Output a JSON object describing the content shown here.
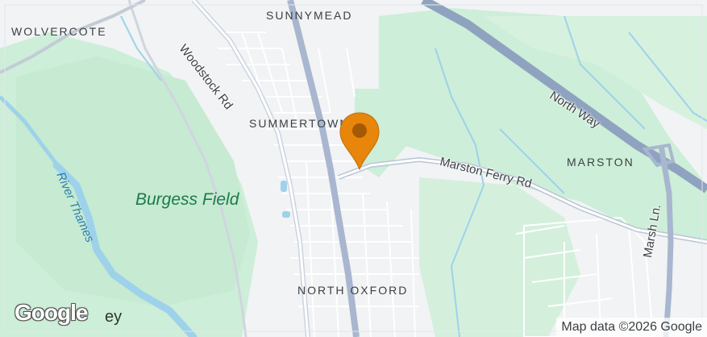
{
  "map": {
    "places": {
      "wolvercote": "WOLVERCOTE",
      "sunnymead": "SUNNYMEAD",
      "summertown": "SUMMERTOWN",
      "marston": "MARSTON",
      "north_oxford": "NORTH OXFORD"
    },
    "roads": {
      "woodstock_rd": "Woodstock Rd",
      "north_way": "North Way",
      "marston_ferry_rd": "Marston Ferry Rd",
      "marsh_ln": "Marsh Ln."
    },
    "parks": {
      "burgess_field": "Burgess Field"
    },
    "waters": {
      "river_thames": "River Thames"
    },
    "branding": {
      "logo": "Google",
      "logo_tail": "ey"
    },
    "attribution": "Map data ©2026 Google",
    "colors": {
      "background": "#f1f3f4",
      "park": "#cdeed8",
      "water": "#9ed2ea",
      "major_road": "#a8b7cf",
      "road": "#ffffff",
      "marker": "#e8860b"
    },
    "marker": {
      "icon": "location-pin-icon"
    }
  }
}
